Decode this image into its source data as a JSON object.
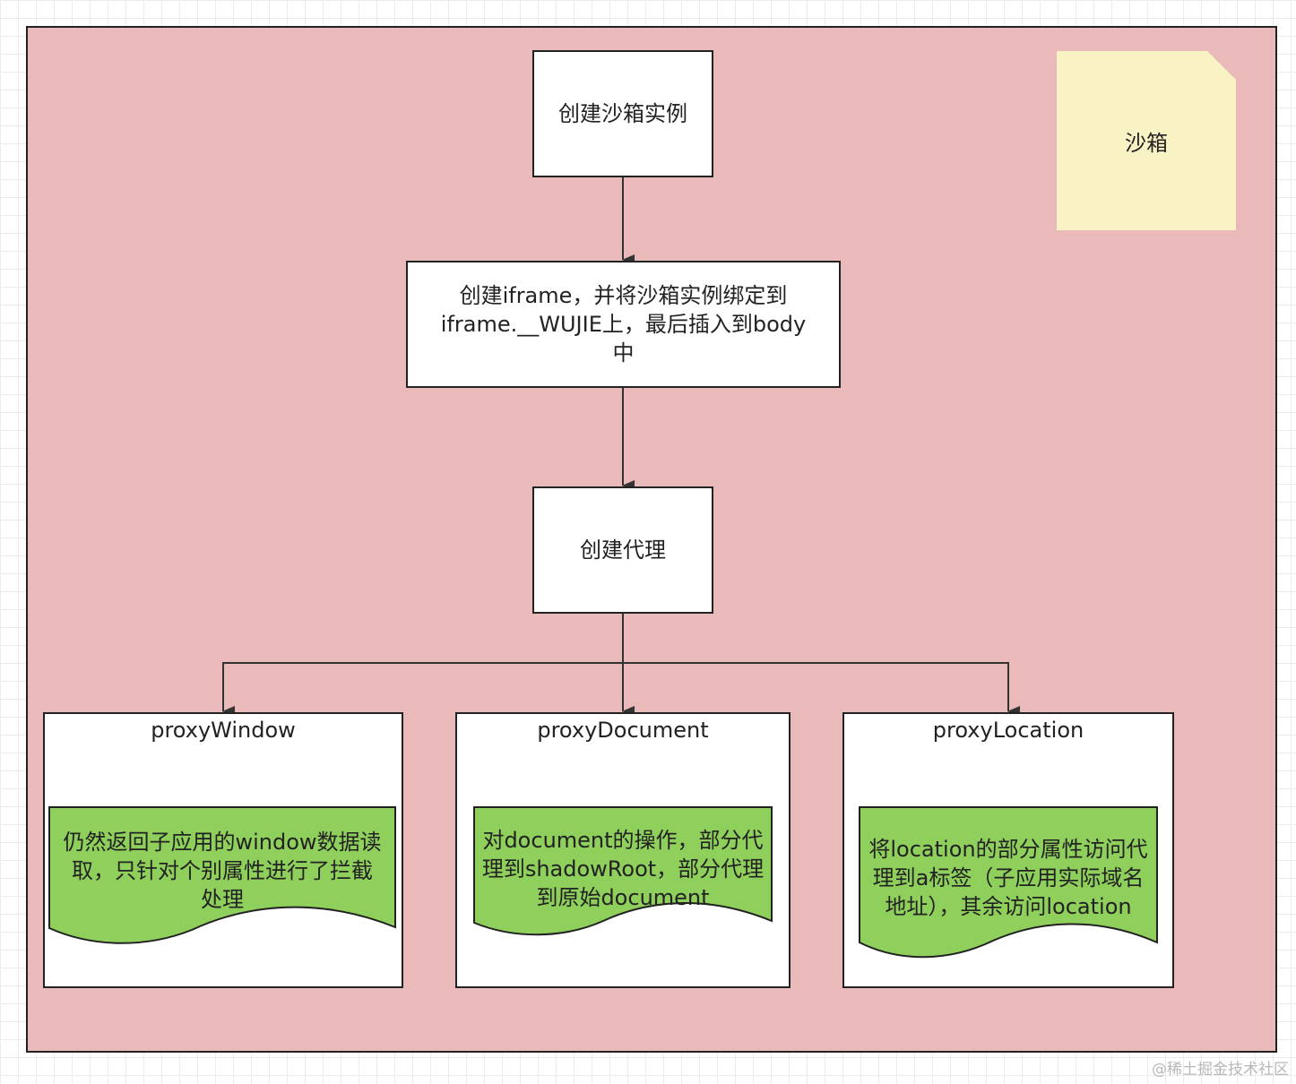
{
  "nodes": {
    "create_sandbox": "创建沙箱实例",
    "create_iframe": [
      "创建iframe，并将沙箱实例绑定到",
      "iframe.__WUJIE上，最后插入到body",
      "中"
    ],
    "create_proxy": "创建代理"
  },
  "note": {
    "label": "沙箱",
    "color": "#f9f2c4"
  },
  "proxies": [
    {
      "title": "proxyWindow",
      "desc": [
        "仍然返回子应用的window数据读",
        "取，只针对个别属性进行了拦截",
        "处理"
      ]
    },
    {
      "title": "proxyDocument",
      "desc": [
        "对document的操作，部分代",
        "理到shadowRoot，部分代理",
        "到原始document"
      ]
    },
    {
      "title": "proxyLocation",
      "desc": [
        "将location的部分属性访问代",
        "理到a标签（子应用实际域名",
        "地址），其余访问location"
      ]
    }
  ],
  "colors": {
    "container": "#eababa",
    "doc_fill": "#8fcf5c",
    "stroke": "#222222"
  },
  "watermark": "@稀土掘金技术社区"
}
